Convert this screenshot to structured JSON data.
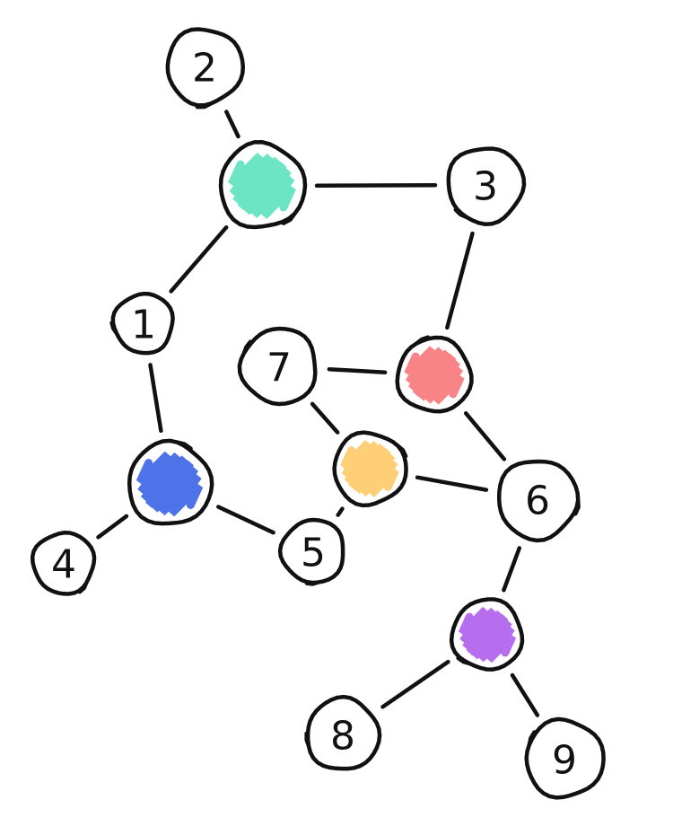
{
  "nodes": [
    {
      "id": "teal",
      "label": "",
      "fill": "#5ee3bf"
    },
    {
      "id": "n2",
      "label": "2",
      "fill": ""
    },
    {
      "id": "n3",
      "label": "3",
      "fill": ""
    },
    {
      "id": "n1",
      "label": "1",
      "fill": ""
    },
    {
      "id": "n7",
      "label": "7",
      "fill": ""
    },
    {
      "id": "red",
      "label": "",
      "fill": "#f77a7e"
    },
    {
      "id": "blue",
      "label": "",
      "fill": "#3f66e6"
    },
    {
      "id": "orange",
      "label": "",
      "fill": "#ffcb6b"
    },
    {
      "id": "n6",
      "label": "6",
      "fill": ""
    },
    {
      "id": "n4",
      "label": "4",
      "fill": ""
    },
    {
      "id": "n5",
      "label": "5",
      "fill": ""
    },
    {
      "id": "purple",
      "label": "",
      "fill": "#b062ee"
    },
    {
      "id": "n8",
      "label": "8",
      "fill": ""
    },
    {
      "id": "n9",
      "label": "9",
      "fill": ""
    }
  ],
  "edges": [
    [
      "n2",
      "teal"
    ],
    [
      "teal",
      "n3"
    ],
    [
      "teal",
      "n1"
    ],
    [
      "n3",
      "red"
    ],
    [
      "n7",
      "red"
    ],
    [
      "n1",
      "blue"
    ],
    [
      "red",
      "n6"
    ],
    [
      "n7",
      "orange"
    ],
    [
      "orange",
      "n6"
    ],
    [
      "blue",
      "n4"
    ],
    [
      "blue",
      "n5"
    ],
    [
      "n5",
      "orange"
    ],
    [
      "n6",
      "purple"
    ],
    [
      "purple",
      "n8"
    ],
    [
      "purple",
      "n9"
    ]
  ]
}
